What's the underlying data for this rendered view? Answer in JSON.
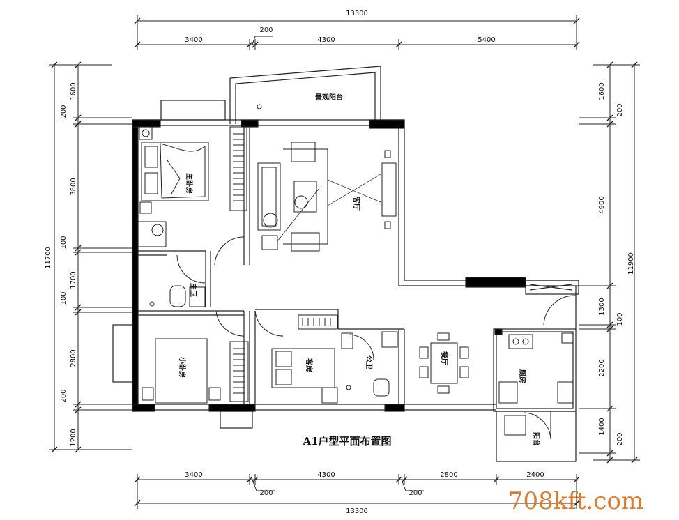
{
  "plan_title": "A1户型平面布置图",
  "watermark": "708kft.com",
  "dimensions": {
    "top_total": "13300",
    "top_seg1": "3400",
    "top_wall_gap": "200",
    "top_seg2": "4300",
    "top_seg3": "5400",
    "bottom_total": "13300",
    "bottom_seg1": "3400",
    "bottom_seg2": "4300",
    "bottom_seg3": "2800",
    "bottom_seg4": "2400",
    "bottom_gap1": "200",
    "bottom_gap2": "200",
    "left_total": "11700",
    "left_segs": [
      "1600",
      "200",
      "3800",
      "100",
      "1700",
      "100",
      "2800",
      "200",
      "1200"
    ],
    "right_total": "11900",
    "right_segs": [
      "1600",
      "200",
      "4900",
      "1300",
      "100",
      "2200",
      "1400",
      "200"
    ]
  },
  "rooms": {
    "balcony_view": "景观阳台",
    "master_bedroom": "主卧房",
    "living_room": "客厅",
    "master_bath": "主卫",
    "guest_room": "客房",
    "public_bath": "公卫",
    "small_bedroom": "小卧房",
    "dining": "餐厅",
    "kitchen": "厨房",
    "balcony": "阳台"
  },
  "colors": {
    "line": "#222222",
    "wall_fill": "#000000",
    "watermark": "#e07a28"
  }
}
